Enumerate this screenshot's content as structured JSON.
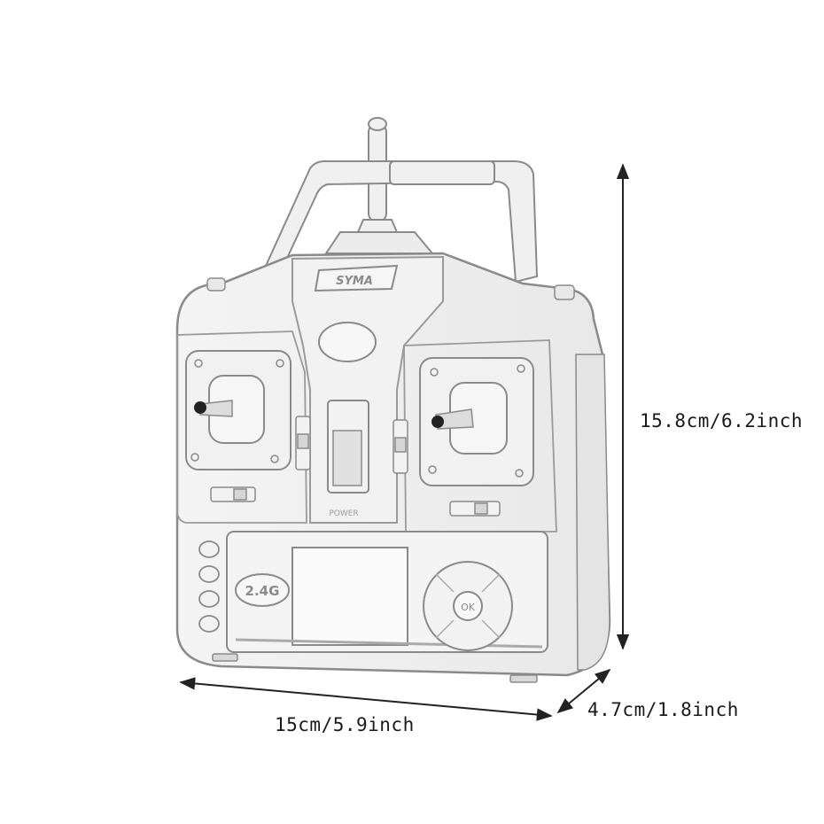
{
  "product": {
    "brand_logo": "SYMA",
    "badge": "2.4G",
    "power_label": "POWER",
    "ok_label": "OK"
  },
  "dimensions": {
    "height": "15.8cm/6.2inch",
    "width": "15cm/5.9inch",
    "depth": "4.7cm/1.8inch"
  },
  "colors": {
    "background": "#ffffff",
    "body_fill": "#efefef",
    "outline": "#8a8a8a",
    "dimension_line": "#222222"
  }
}
